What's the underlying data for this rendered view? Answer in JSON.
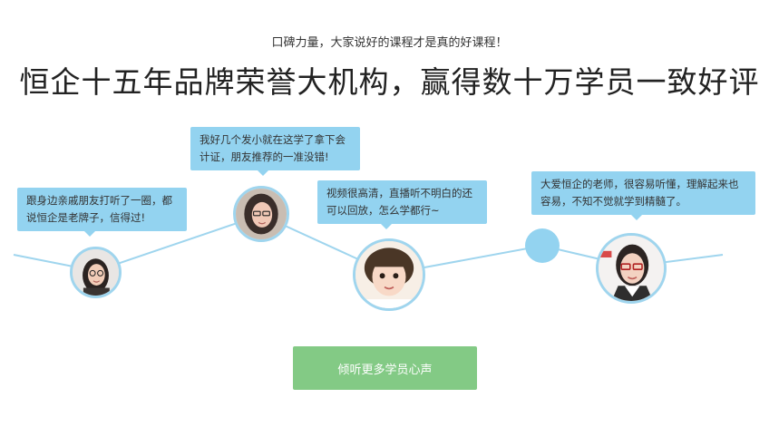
{
  "header": {
    "subtitle": "口碑力量，大家说好的课程才是真的好课程！",
    "title": "恒企十五年品牌荣誉大机构，赢得数十万学员一致好评"
  },
  "testimonials": [
    {
      "text": "跟身边亲戚朋友打听了一圈，都说恒企是老牌子，信得过!"
    },
    {
      "text": "我好几个发小就在这学了拿下会计证，朋友推荐的一准没错!"
    },
    {
      "text": "视频很高清，直播听不明白的还可以回放，怎么学都行~"
    },
    {
      "text": "大爱恒企的老师，很容易听懂，理解起来也容易，不知不觉就学到精髓了。"
    }
  ],
  "cta": {
    "label": "倾听更多学员心声"
  },
  "colors": {
    "accent_blue": "#93d3f0",
    "cta_green": "#83ca85",
    "text_dark": "#222222"
  },
  "icons": {
    "avatar": "student-photo",
    "dot": "timeline-dot"
  }
}
